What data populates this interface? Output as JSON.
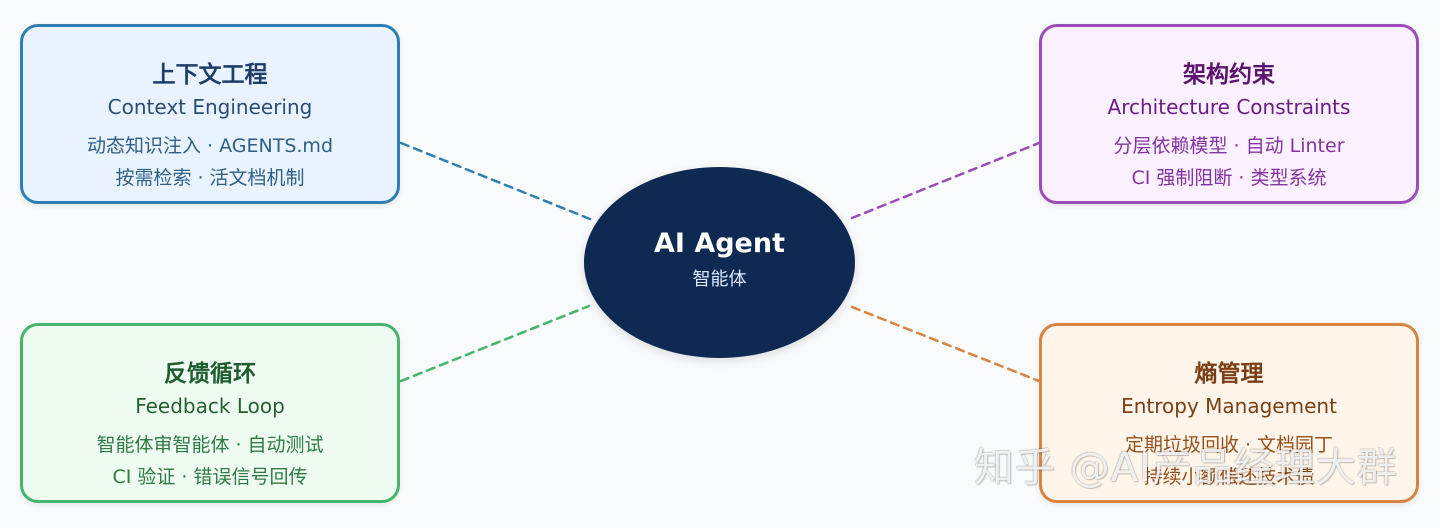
{
  "cards": {
    "context": {
      "title": "上下文工程",
      "subtitle": "Context Engineering",
      "lines": [
        "动态知识注入 · AGENTS.md",
        "按需检索 · 活文档机制"
      ]
    },
    "architecture": {
      "title": "架构约束",
      "subtitle": "Architecture Constraints",
      "lines": [
        "分层依赖模型 · 自动 Linter",
        "CI 强制阻断 · 类型系统"
      ]
    },
    "feedback": {
      "title": "反馈循环",
      "subtitle": "Feedback Loop",
      "lines": [
        "智能体审智能体 · 自动测试",
        "CI 验证 · 错误信号回传"
      ]
    },
    "entropy": {
      "title": "熵管理",
      "subtitle": "Entropy Management",
      "lines": [
        "定期垃圾回收 · 文档园丁",
        "持续小额偿还技术债"
      ]
    }
  },
  "center": {
    "title": "AI Agent",
    "subtitle": "智能体"
  },
  "watermark": {
    "text": "知乎 @AI产品经理大群"
  },
  "colors": {
    "context": "#2f7fb0",
    "architecture": "#9a4db6",
    "feedback": "#45b56c",
    "entropy": "#d68440",
    "center": "#0f2a52"
  }
}
